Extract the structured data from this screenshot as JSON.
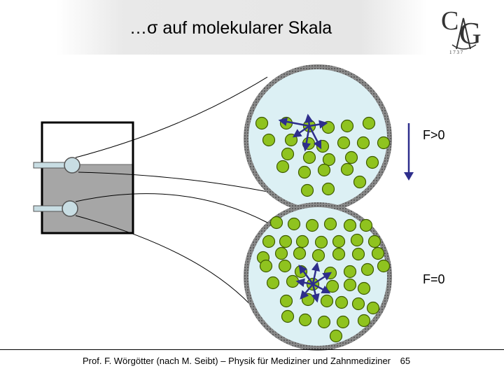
{
  "title": "…σ auf molekularer Skala",
  "labels": {
    "upper": "F>0",
    "lower": "F=0"
  },
  "logo": {
    "letters": "CG",
    "year_marks": "1 7 3 7"
  },
  "footer": {
    "text": "Prof. F. Wörgötter (nach M. Seibt) – Physik für Mediziner und Zahnmediziner",
    "page": "65"
  },
  "colors": {
    "molecule": "#8fc31f",
    "molecule_outline": "#3d5a00",
    "bubble_fill": "#dcf0f4",
    "bubble_ring": "#7a7a7a",
    "arrow": "#2e2e8c",
    "liquid": "#a6a6a6"
  }
}
